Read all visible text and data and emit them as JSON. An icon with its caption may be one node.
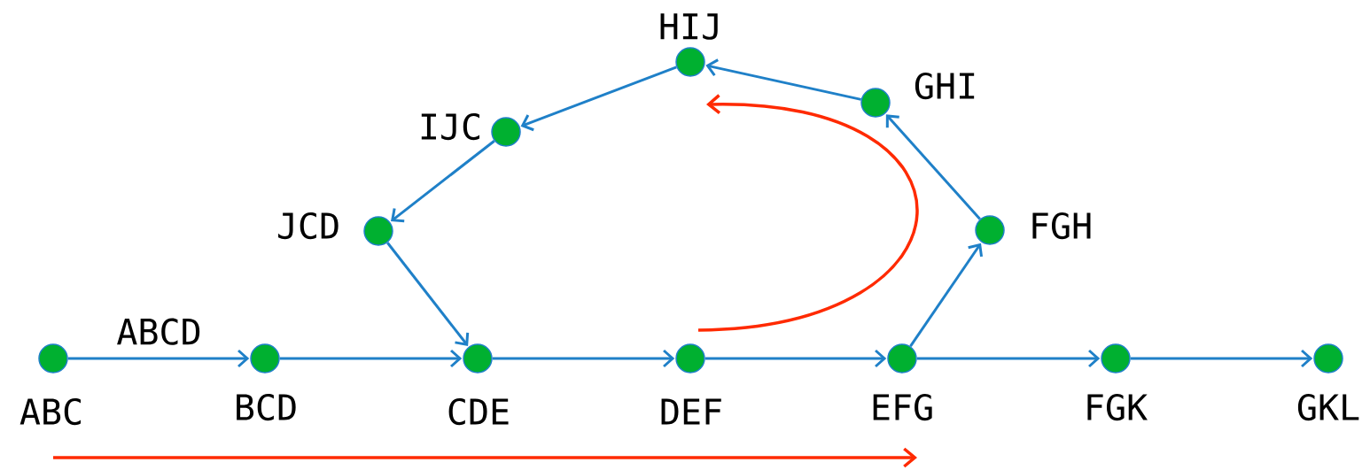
{
  "diagram": {
    "nodes": [
      {
        "text": [
          "ABC"
        ]
      },
      {
        "text": [
          "BCD"
        ]
      },
      {
        "text": [
          "CDE"
        ]
      },
      {
        "text": [
          "DEF"
        ]
      },
      {
        "text": [
          "EFG"
        ]
      },
      {
        "text": [
          "FGK"
        ]
      },
      {
        "text": [
          "GKL"
        ]
      },
      {
        "text": [
          "FGH"
        ]
      },
      {
        "text": [
          "GHI"
        ]
      },
      {
        "text": [
          "HIJ"
        ]
      },
      {
        "text": [
          "IJC"
        ]
      },
      {
        "text": [
          "JCD"
        ]
      }
    ],
    "edges": [
      {
        "from": 0,
        "to": 1,
        "arrow": "to",
        "label": "ABCD"
      },
      {
        "from": 1,
        "to": 2,
        "arrow": "to"
      },
      {
        "from": 2,
        "to": 3,
        "arrow": "to"
      },
      {
        "from": 3,
        "to": 4,
        "arrow": "to"
      },
      {
        "from": 4,
        "to": 5,
        "arrow": "to"
      },
      {
        "from": 5,
        "to": 6,
        "arrow": "to"
      },
      {
        "from": 4,
        "to": 7,
        "arrow": "to"
      },
      {
        "from": 7,
        "to": 8,
        "arrow": "to"
      },
      {
        "from": 8,
        "to": 9,
        "arrow": "to"
      },
      {
        "from": 9,
        "to": 10,
        "arrow": "to"
      },
      {
        "from": 10,
        "to": 11,
        "arrow": "to"
      },
      {
        "from": 11,
        "to": 2,
        "arrow": "to"
      }
    ]
  }
}
